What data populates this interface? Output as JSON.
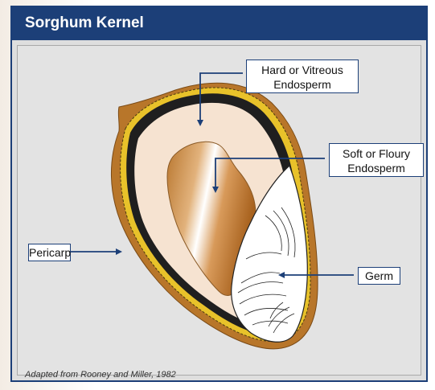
{
  "header": {
    "title": "Sorghum Kernel"
  },
  "labels": {
    "hard_endosperm": "Hard or Vitreous\nEndosperm",
    "soft_endosperm": "Soft or Floury\nEndosperm",
    "pericarp": "Pericarp",
    "germ": "Germ"
  },
  "caption": "Adapted from Rooney and Miller, 1982",
  "colors": {
    "header": "#1c3f78",
    "pericarp": "#b8762a",
    "seed_coat": "#e8c22a",
    "aleurone": "#1f1f1f",
    "endosperm": "#f6e3d1",
    "arrow": "#1c3f78"
  }
}
